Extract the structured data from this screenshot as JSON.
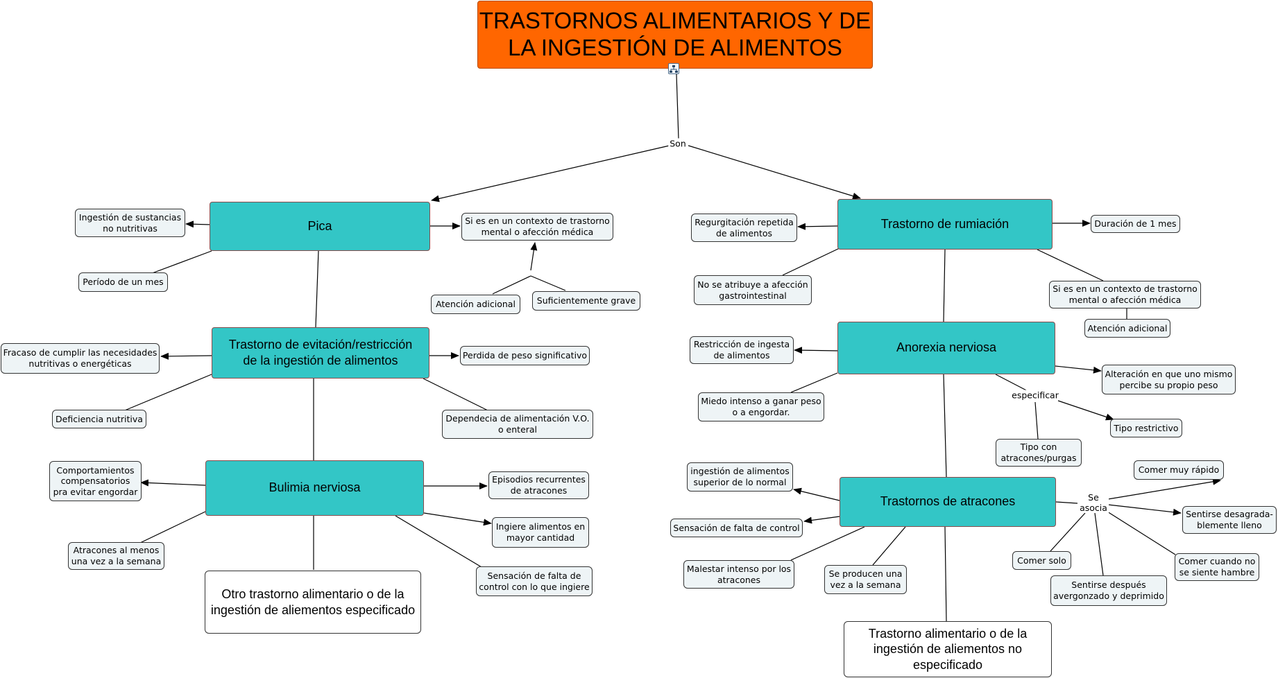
{
  "title": "TRASTORNOS ALIMENTARIOS Y DE\nLA INGESTIÓN DE ALIMENTOS",
  "icons": {
    "map": "concept-map-icon"
  },
  "links": {
    "son": "Son",
    "especificar": "especificar",
    "se_asocia": "Se\nasocia"
  },
  "pica": {
    "title": "Pica",
    "ingestion": "Ingestión de sustancias\nno nutritivas",
    "periodo": "Período de un mes",
    "contexto": "Si es en un contexto de trastorno\nmental o afección médica",
    "atencion": "Atención adicional",
    "grave": "Suficientemente grave"
  },
  "arfid": {
    "title": "Trastorno de evitación/restricción\nde la ingestión de alimentos",
    "fracaso": "Fracaso de cumplir las necesidades\nnutritivas o energéticas",
    "perdida": "Perdida de peso significativo",
    "deficiencia": "Deficiencia nutritiva",
    "dependencia": "Dependecia de alimentación V.O.\no enteral"
  },
  "bulimia": {
    "title": "Bulimia nerviosa",
    "compensatorios": "Comportamientos\ncompensatorios\npra evitar engordar",
    "episodios": "Episodios recurrentes\nde atracones",
    "ingiere": "Ingiere alimentos en\nmayor cantidad",
    "atracones": "Atracones al menos\nuna vez a la semana",
    "falta_control": "Sensación de falta de\ncontrol con lo que ingiere"
  },
  "otro_especificado": "Otro trastorno alimentario o de la\ningestión de aliementos especificado",
  "rumiacion": {
    "title": "Trastorno de rumiación",
    "regurgitacion": "Regurgitación repetida\nde alimentos",
    "duracion": "Duración de 1 mes",
    "no_atribuye": "No se atribuye a afección\ngastrointestinal",
    "contexto": "Si es en un contexto de trastorno\nmental o afección médica",
    "atencion": "Atención adicional"
  },
  "anorexia": {
    "title": "Anorexia nerviosa",
    "restriccion": "Restricción de ingesta\nde alimentos",
    "alteracion": "Alteración en que uno mismo\npercibe su propio peso",
    "miedo": "Miedo intenso a ganar peso\no a engordar.",
    "restrictivo": "Tipo restrictivo",
    "atracones_purgas": "Tipo con\natracones/purgas"
  },
  "atracones": {
    "title": "Trastornos de atracones",
    "ingestion": "ingestión de alimentos\nsuperior de lo normal",
    "falta_control": "Sensación de falta de control",
    "malestar": "Malestar intenso por los\natracones",
    "semana": "Se producen una\nvez a la semana",
    "rapido": "Comer muy rápido",
    "lleno": "Sentirse desagrada-\nblemente lleno",
    "solo": "Comer solo",
    "sin_hambre": "Comer cuando no\nse siente hambre",
    "avergonzado": "Sentirse después\navergonzado y deprimido"
  },
  "no_especificado": "Trastorno alimentario o de la\ningestión de aliementos no\nespecificado"
}
